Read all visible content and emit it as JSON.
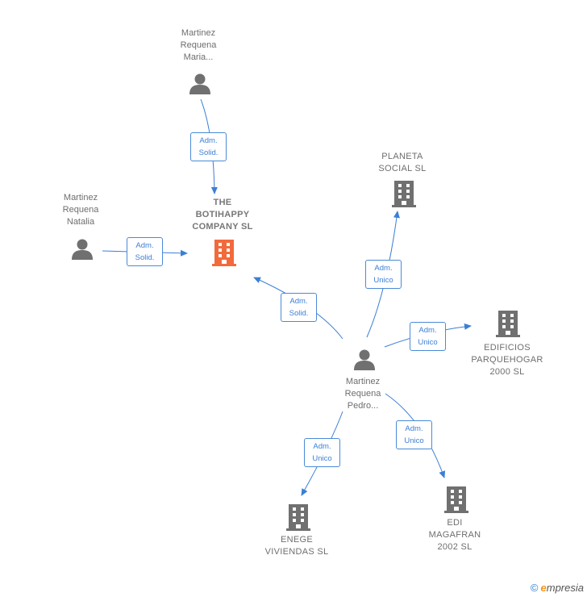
{
  "colors": {
    "edge": "#3b7fd6",
    "node_gray": "#707070",
    "focus_company": "#f26a3c"
  },
  "nodes": {
    "maria": {
      "label": "Martinez\nRequena\nMaria...",
      "icon": "person-icon"
    },
    "natalia": {
      "label": "Martinez\nRequena\nNatalia",
      "icon": "person-icon"
    },
    "pedro": {
      "label": "Martinez\nRequena\nPedro...",
      "icon": "person-icon"
    },
    "botihappy": {
      "label": "THE\nBOTIHAPPY\nCOMPANY  SL",
      "icon": "building-icon"
    },
    "planeta": {
      "label": "PLANETA\nSOCIAL SL",
      "icon": "building-icon"
    },
    "edificios": {
      "label": "EDIFICIOS\nPARQUEHOGAR\n2000  SL",
      "icon": "building-icon"
    },
    "magafran": {
      "label": "EDI\nMAGAFRAN\n2002 SL",
      "icon": "building-icon"
    },
    "enege": {
      "label": "ENEGE\nVIVIENDAS SL",
      "icon": "building-icon"
    }
  },
  "edges": {
    "maria_boti": "Adm.\nSolid.",
    "natalia_boti": "Adm.\nSolid.",
    "pedro_boti": "Adm.\nSolid.",
    "pedro_planeta": "Adm.\nUnico",
    "pedro_edificios": "Adm.\nUnico",
    "pedro_magafran": "Adm.\nUnico",
    "pedro_enege": "Adm.\nUnico"
  },
  "footer": {
    "copyright": "©",
    "brand_initial": "e",
    "brand_rest": "mpresia"
  }
}
